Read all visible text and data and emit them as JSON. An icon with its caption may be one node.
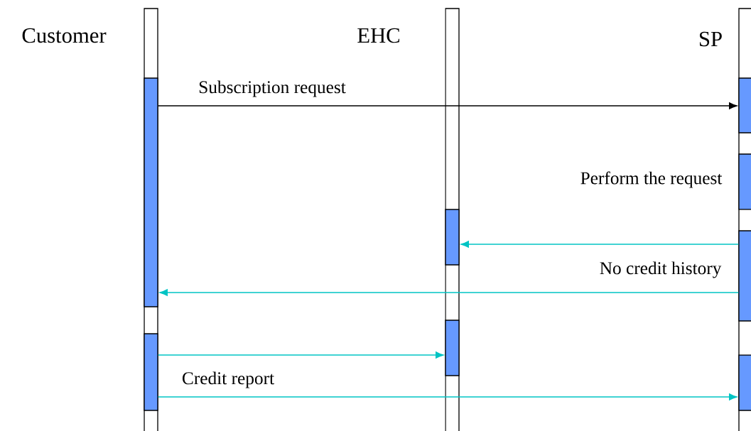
{
  "diagram": {
    "nodes": [
      {
        "text": [
          "Customer"
        ]
      },
      {
        "text": [
          "EHC"
        ]
      },
      {
        "text": [
          "SP"
        ]
      },
      {
        "text": [],
        "shape": "bar",
        "in": 0
      },
      {
        "text": [],
        "shape": "bar",
        "in": 0
      },
      {
        "text": [],
        "shape": "bar",
        "in": 1
      },
      {
        "text": [],
        "shape": "bar",
        "in": 1
      },
      {
        "text": [],
        "shape": "bar",
        "in": 2
      },
      {
        "text": [],
        "shape": "bar",
        "in": 2,
        "beside": [
          "Perform the request"
        ]
      },
      {
        "text": [],
        "shape": "bar",
        "in": 2
      },
      {
        "text": [],
        "shape": "bar",
        "in": 2
      }
    ],
    "edges": [
      {
        "from": 3,
        "to": 7,
        "arrow": "to",
        "label": "Subscription request",
        "color": "#000000"
      },
      {
        "from": 9,
        "to": 5,
        "arrow": "to"
      },
      {
        "from": 9,
        "to": 3,
        "arrow": "to",
        "label": "No credit history"
      },
      {
        "from": 4,
        "to": 6,
        "arrow": "to"
      },
      {
        "from": 4,
        "to": 10,
        "arrow": "to",
        "label": "Credit report"
      }
    ]
  }
}
